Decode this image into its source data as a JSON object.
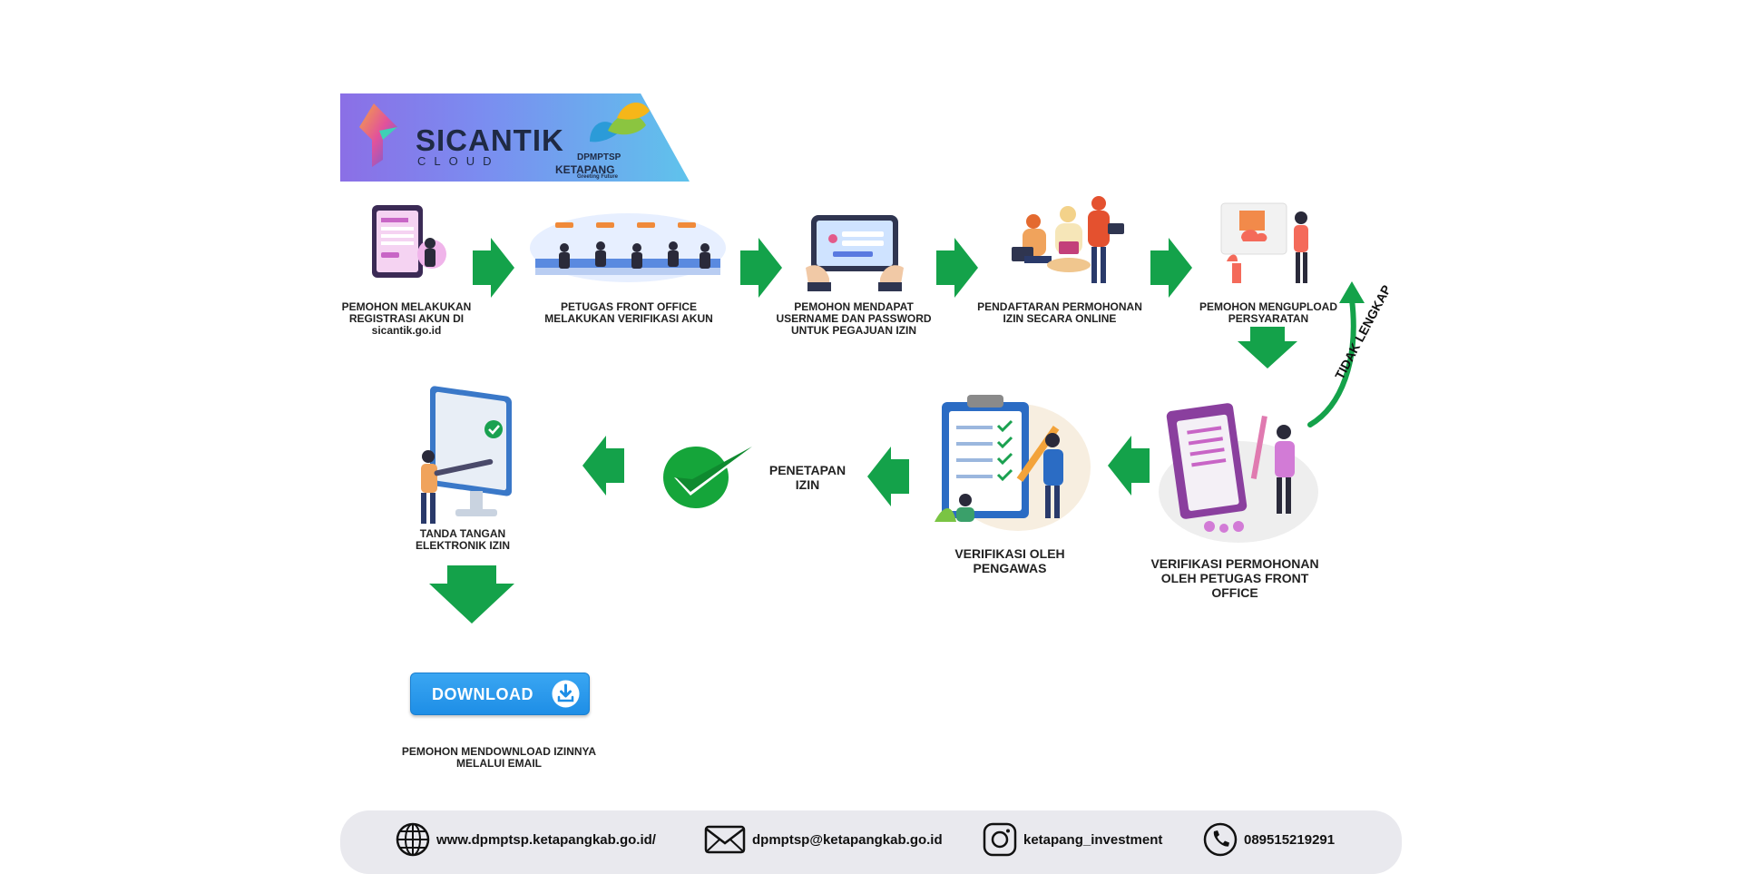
{
  "brand": {
    "name": "SICANTIK",
    "sub": "CLOUD",
    "org_line1": "DPMPTSP",
    "org_line2": "KETAPANG",
    "org_line3": "Greeting Future"
  },
  "steps": {
    "s1": "PEMOHON MELAKUKAN REGISTRASI AKUN DI sicantik.go.id",
    "s2": "PETUGAS FRONT OFFICE MELAKUKAN VERIFIKASI AKUN",
    "s3": "PEMOHON MENDAPAT USERNAME DAN PASSWORD UNTUK PEGAJUAN IZIN",
    "s4": "PENDAFTARAN PERMOHONAN IZIN SECARA ONLINE",
    "s5": "PEMOHON MENGUPLOAD PERSYARATAN",
    "s6": "VERIFIKASI PERMOHONAN OLEH PETUGAS FRONT OFFICE",
    "s7": "VERIFIKASI OLEH PENGAWAS",
    "s8": "PENETAPAN IZIN",
    "s9": "TANDA TANGAN ELEKTRONIK IZIN",
    "s10": "PEMOHON MENDOWNLOAD IZINNYA MELALUI EMAIL"
  },
  "return_label": "TIDAK LENGKAP",
  "download_label": "DOWNLOAD",
  "footer": {
    "website": "www.dpmptsp.ketapangkab.go.id/",
    "email": "dpmptsp@ketapangkab.go.id",
    "instagram": "ketapang_investment",
    "phone": "089515219291"
  },
  "colors": {
    "arrow_green": "#14a24a",
    "banner_start": "#8b6fe6",
    "banner_end": "#5fc3ec",
    "button_blue": "#1e8ee6"
  }
}
